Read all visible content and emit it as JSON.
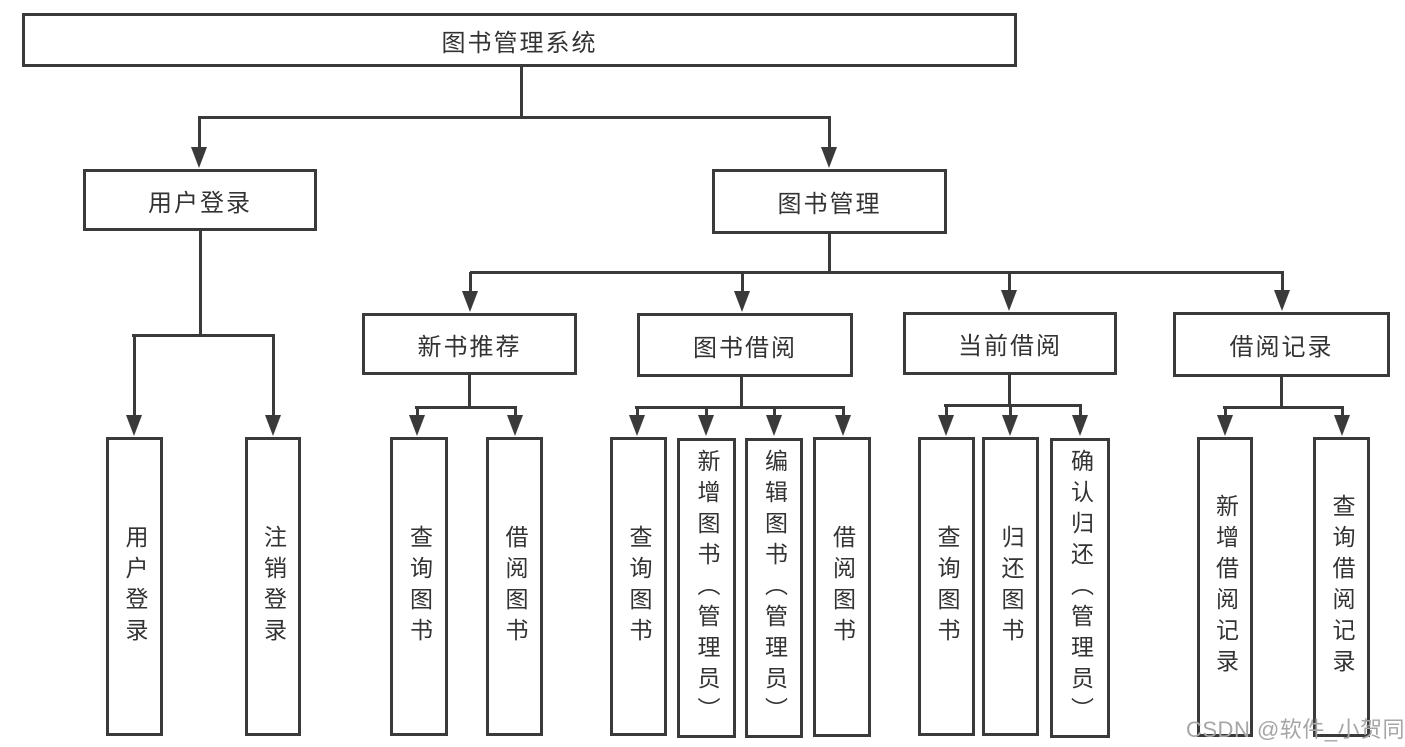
{
  "diagram": {
    "nodes": [
      {
        "id": "library-management-system",
        "label": "图书管理系统"
      },
      {
        "id": "user-login",
        "label": "用户登录"
      },
      {
        "id": "book-management",
        "label": "图书管理"
      },
      {
        "id": "new-book-recommend",
        "label": "新书推荐"
      },
      {
        "id": "book-borrowing",
        "label": "图书借阅"
      },
      {
        "id": "current-borrowing",
        "label": "当前借阅"
      },
      {
        "id": "borrowing-records",
        "label": "借阅记录"
      },
      {
        "id": "leaf-user-login",
        "label": "用户登录"
      },
      {
        "id": "leaf-logout",
        "label": "注销登录"
      },
      {
        "id": "leaf-query-books-recommend",
        "label": "查询图书"
      },
      {
        "id": "leaf-borrow-books-recommend",
        "label": "借阅图书"
      },
      {
        "id": "leaf-query-books-borrowing",
        "label": "查询图书"
      },
      {
        "id": "leaf-add-books-admin",
        "label": "新增图书（管理员）"
      },
      {
        "id": "leaf-edit-books-admin",
        "label": "编辑图书（管理员）"
      },
      {
        "id": "leaf-borrow-books-borrowing",
        "label": "借阅图书"
      },
      {
        "id": "leaf-query-books-current",
        "label": "查询图书"
      },
      {
        "id": "leaf-return-books",
        "label": "归还图书"
      },
      {
        "id": "leaf-confirm-return-admin",
        "label": "确认归还（管理员）"
      },
      {
        "id": "leaf-add-borrow-record",
        "label": "新增借阅记录"
      },
      {
        "id": "leaf-query-borrow-record",
        "label": "查询借阅记录"
      }
    ],
    "tree": {
      "图书管理系统": [
        "用户登录",
        "图书管理"
      ],
      "用户登录": [
        "用户登录",
        "注销登录"
      ],
      "图书管理": [
        "新书推荐",
        "图书借阅",
        "当前借阅",
        "借阅记录"
      ],
      "新书推荐": [
        "查询图书",
        "借阅图书"
      ],
      "图书借阅": [
        "查询图书",
        "新增图书（管理员）",
        "编辑图书（管理员）",
        "借阅图书"
      ],
      "当前借阅": [
        "查询图书",
        "归还图书",
        "确认归还（管理员）"
      ],
      "借阅记录": [
        "新增借阅记录",
        "查询借阅记录"
      ]
    },
    "colors": {
      "line": "#3a3a3a",
      "text": "#333333",
      "watermark": "#a6a6a6",
      "background": "#ffffff"
    },
    "watermark": {
      "text": "CSDN @软件_小贺同学"
    }
  }
}
